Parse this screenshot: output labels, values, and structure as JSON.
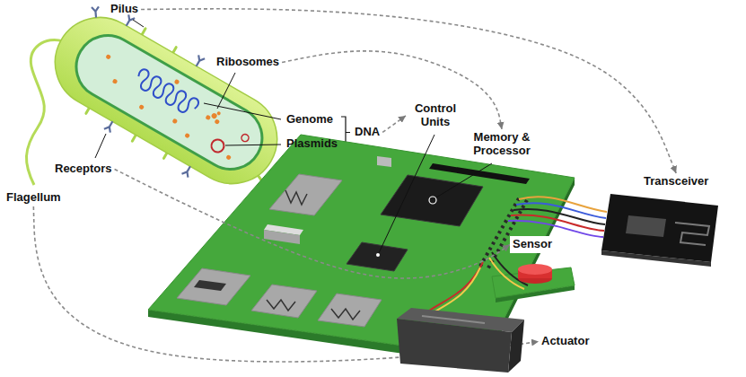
{
  "diagram": {
    "nodes": [
      {
        "text": [
          "Pilus"
        ]
      },
      {
        "text": [
          "Ribosomes"
        ]
      },
      {
        "text": [
          "DNA"
        ]
      },
      {
        "text": [
          "Control Units"
        ]
      },
      {
        "text": [
          "Memory & Processor"
        ]
      },
      {
        "text": [
          "Receptors"
        ]
      },
      {
        "text": [
          "Transceiver"
        ]
      },
      {
        "text": [
          "Flagellum"
        ]
      },
      {
        "text": [
          "Sensor"
        ]
      },
      {
        "text": [
          "Actuator"
        ]
      }
    ],
    "edges": [
      {
        "from": 0,
        "to": 6,
        "arrow": "to"
      },
      {
        "from": 1,
        "to": 4,
        "arrow": "to"
      },
      {
        "from": 2,
        "to": 3,
        "arrow": "to"
      },
      {
        "from": 5,
        "to": 8,
        "arrow": "to"
      },
      {
        "from": 7,
        "to": 9,
        "arrow": "to"
      }
    ],
    "labels": [
      "Genome",
      "Plasmids"
    ]
  }
}
